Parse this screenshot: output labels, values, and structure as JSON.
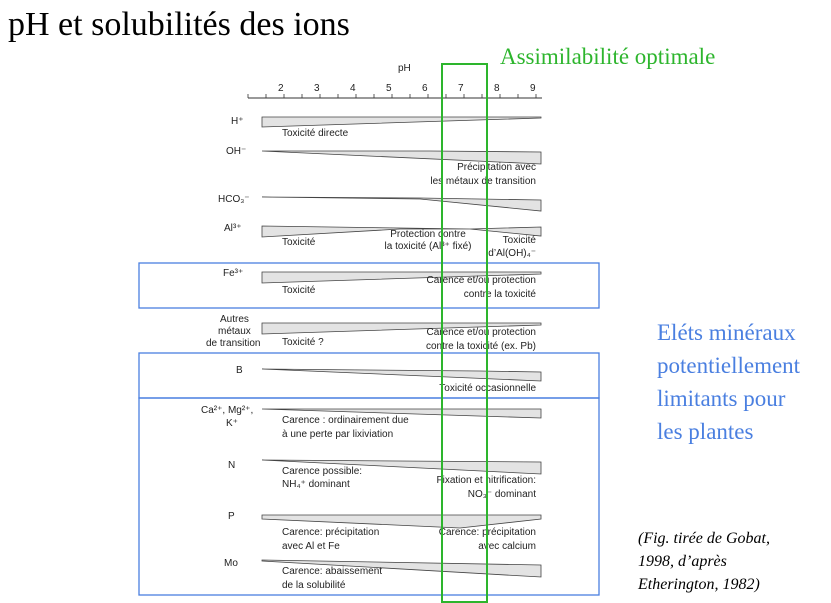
{
  "title": "pH et solubilités des ions",
  "optimal_label": "Assimilabilité optimale",
  "limiting_label": [
    "Eléts minéraux",
    "potentiellement",
    "limitants pour",
    "les plantes"
  ],
  "citation": [
    "(Fig. tirée de Gobat,",
    "1998, d’après",
    "Etherington, 1982)"
  ],
  "axis": {
    "label": "pH",
    "ticks": [
      "2",
      "3",
      "4",
      "5",
      "6",
      "7",
      "8",
      "9"
    ]
  },
  "colors": {
    "optimal": "#2db52d",
    "limiting": "#4a7fe0"
  },
  "rows": [
    {
      "ion": [
        "H⁺"
      ],
      "notes": [
        "Toxicité directe"
      ]
    },
    {
      "ion": [
        "OH⁻"
      ],
      "notes": [
        "Précipitation avec",
        "les métaux de transition"
      ]
    },
    {
      "ion": [
        "HCO₃⁻"
      ],
      "notes": []
    },
    {
      "ion": [
        "Al³⁺"
      ],
      "notes": [
        "Toxicité",
        "Protection contre",
        "la toxicité (Al³⁺ fixé)",
        "Toxicité",
        "d’Al(OH)₄⁻"
      ]
    },
    {
      "ion": [
        "Fe³⁺"
      ],
      "notes": [
        "Toxicité",
        "Carence et/ou protection",
        "contre la toxicité"
      ]
    },
    {
      "ion": [
        "Autres",
        "métaux",
        "de transition"
      ],
      "notes": [
        "Toxicité ?",
        "Carence et/ou protection",
        "contre la toxicité (ex. Pb)"
      ]
    },
    {
      "ion": [
        "B"
      ],
      "notes": [
        "Toxicité occasionnelle"
      ]
    },
    {
      "ion": [
        "Ca²⁺, Mg²⁺,",
        "K⁺"
      ],
      "notes": [
        "Carence : ordinairement due",
        "à une perte par lixiviation"
      ]
    },
    {
      "ion": [
        "N"
      ],
      "notes": [
        "Carence possible:",
        "NH₄⁺ dominant",
        "Fixation et nitrification:",
        "NO₃⁻ dominant"
      ]
    },
    {
      "ion": [
        "P"
      ],
      "notes": [
        "Carence: précipitation",
        "avec Al et Fe",
        "Carence: précipitation",
        "avec calcium"
      ]
    },
    {
      "ion": [
        "Mo"
      ],
      "notes": [
        "Carence: abaissement",
        "de la solubilité"
      ]
    }
  ]
}
